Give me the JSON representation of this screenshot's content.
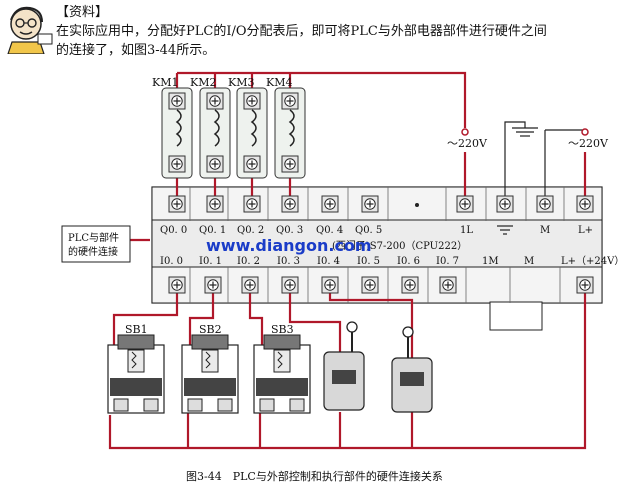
{
  "header": {
    "tag": "【资料】",
    "line1": "在实际应用中，分配好PLC的I/O分配表后，即可将PLC与外部电器部件进行硬件之间",
    "line2": "的连接了，如图3-44所示。"
  },
  "contactors": [
    "KM1",
    "KM2",
    "KM3",
    "KM4"
  ],
  "supply_labels": {
    "ac_left": "～220V",
    "ac_right": "～220V"
  },
  "outputs": [
    "Q0. 0",
    "Q0. 1",
    "Q0. 2",
    "Q0. 3",
    "Q0. 4",
    "Q0. 5"
  ],
  "output_common": "1L",
  "output_m": "M",
  "output_lplus": "L+",
  "inputs": [
    "I0. 0",
    "I0. 1",
    "I0. 2",
    "I0. 3",
    "I0. 4",
    "I0. 5",
    "I0. 6",
    "I0. 7"
  ],
  "input_common": "1M",
  "input_m": "M",
  "input_lplus": "L+（+24V）",
  "plc_model": "(西门子)S7-200（CPU222）",
  "watermark": "www.diangon.com",
  "side_label": {
    "line1": "PLC与部件",
    "line2": "的硬件连接"
  },
  "switches": [
    "SB1",
    "SB2",
    "SB3"
  ],
  "caption": "图3-44　PLC与外部控制和执行部件的硬件连接关系",
  "colors": {
    "wire": "#b0182a",
    "terminal_fill": "#e6e6e6",
    "plc_body": "#dcdcdc",
    "watermark": "#1a3cc8"
  }
}
